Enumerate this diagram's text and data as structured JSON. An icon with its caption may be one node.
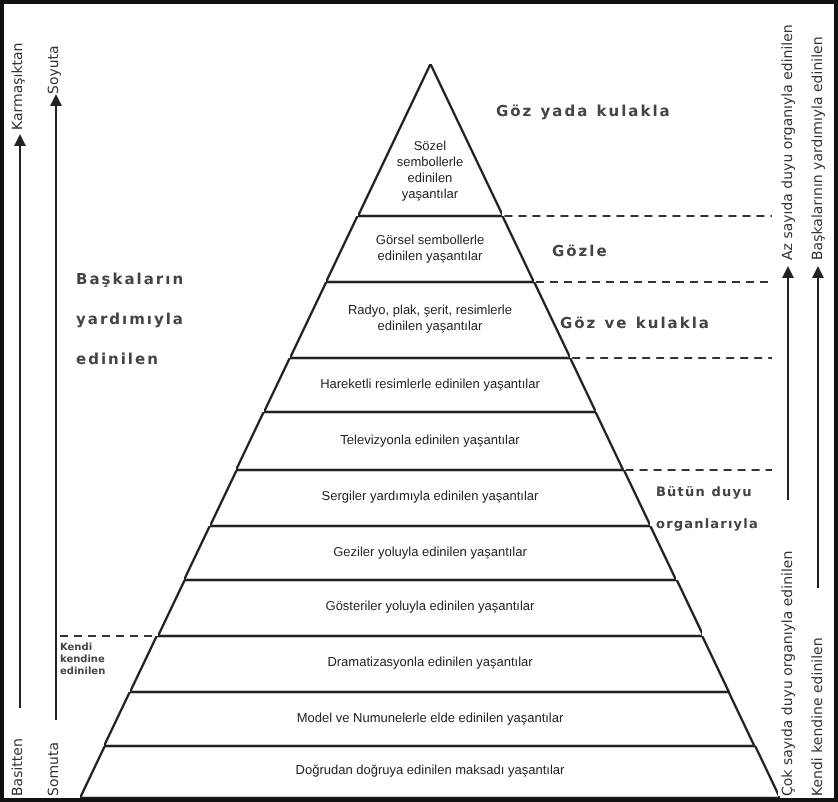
{
  "diagram": {
    "nodes": [
      {
        "text": [
          "Sözel sembollerle edinilen yaşantılar"
        ]
      },
      {
        "text": [
          "Görsel sembollerle edinilen yaşantılar"
        ]
      },
      {
        "text": [
          "Radyo, plak, şerit, resimlerle edinilen yaşantılar"
        ]
      },
      {
        "text": [
          "Hareketli resimlerle edinilen yaşantılar"
        ]
      },
      {
        "text": [
          "Televizyonla edinilen yaşantılar"
        ]
      },
      {
        "text": [
          "Sergiler yardımıyla edinilen yaşantılar"
        ]
      },
      {
        "text": [
          "Geziler yoluyla edinilen yaşantılar"
        ]
      },
      {
        "text": [
          "Gösteriler yoluyla edinilen yaşantılar"
        ]
      },
      {
        "text": [
          "Dramatizasyonla edinilen yaşantılar"
        ]
      },
      {
        "text": [
          "Model ve Numunelerle elde edinilen yaşantılar"
        ]
      },
      {
        "text": [
          "Doğrudan doğruya edinilen maksadı yaşantılar"
        ]
      }
    ],
    "edges": [],
    "labels": [
      "Karmaşıktan",
      "Soyuta",
      "Göz yada kulakla",
      "Az sayıda duyu organıyla edinilen",
      "Başkalarının yardımıyla edinilen",
      "Gözle",
      "Göz ve kulakla",
      "Başkaların yardımıyla edinilen",
      "Bütün duyu organlarıyla",
      "Kendi kendine edinilen",
      "Basitten",
      "Somuta",
      "Çok sayıda duyu organıyla edinilen",
      "Kendi kendine edinilen"
    ]
  }
}
